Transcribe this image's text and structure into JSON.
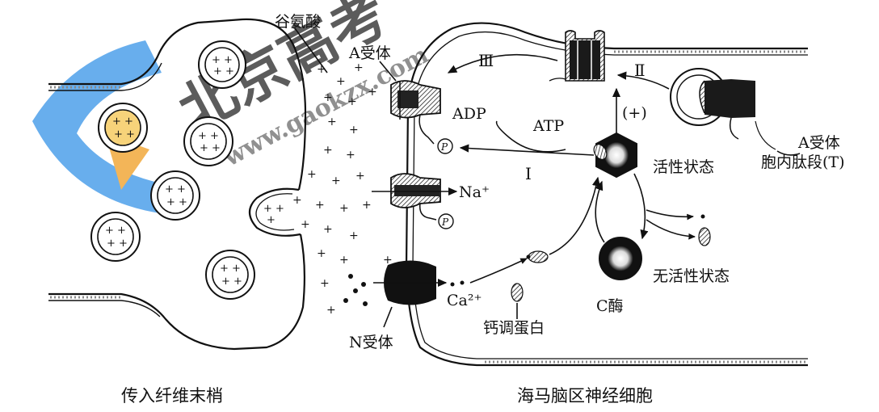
{
  "labels": {
    "glutamate": "谷氨酸",
    "a_receptor_top": "A受体",
    "a_receptor_right_1": "A受体",
    "a_receptor_right_2": "胞内肽段(T)",
    "adp": "ADP",
    "atp": "ATP",
    "roman_1": "Ⅰ",
    "roman_2": "Ⅱ",
    "roman_3": "Ⅲ",
    "plus_sign": "(+)",
    "na": "Na⁺",
    "ca": "Ca²⁺",
    "p_symbol": "P",
    "active_state": "活性状态",
    "inactive_state": "无活性状态",
    "enzyme_c": "C酶",
    "calmodulin": "钙调蛋白",
    "n_receptor": "N受体",
    "afferent_terminal": "传入纤维末梢",
    "hippocampal_neuron": "海马脑区神经细胞"
  },
  "watermark": {
    "chars": "北京高考",
    "url": "www.gaokzx.com",
    "colors": {
      "blue": "#2f8fe6",
      "orange": "#f2a93b"
    }
  }
}
